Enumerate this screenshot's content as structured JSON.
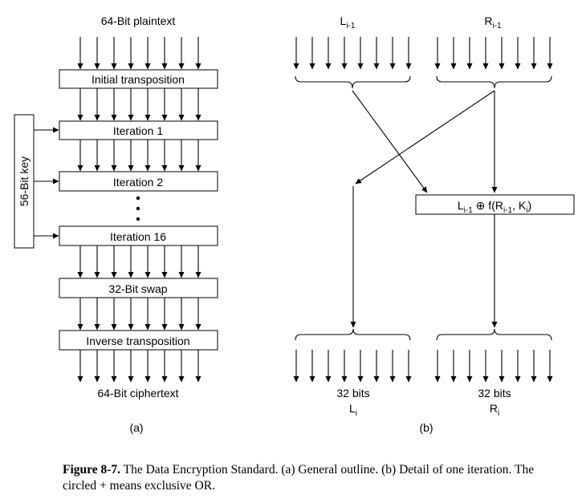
{
  "panel_a": {
    "input_label": "64-Bit plaintext",
    "key_label": "56-Bit key",
    "steps": [
      "Initial transposition",
      "Iteration 1",
      "Iteration 2",
      "Iteration 16",
      "32-Bit swap",
      "Inverse transposition"
    ],
    "ellipsis": "⋮",
    "output_label": "64-Bit ciphertext",
    "panel_label": "(a)"
  },
  "panel_b": {
    "left_input": {
      "base": "L",
      "sub": "i-1"
    },
    "right_input": {
      "base": "R",
      "sub": "i-1"
    },
    "function_box": {
      "part1": "L",
      "sub1": "i-1",
      "part2": " ⊕ f(R",
      "sub2": "i-1",
      "part3": ", K",
      "sub3": "i",
      "part4": ")"
    },
    "left_output": {
      "bits": "32 bits",
      "base": "L",
      "sub": "i"
    },
    "right_output": {
      "bits": "32 bits",
      "base": "R",
      "sub": "i"
    },
    "panel_label": "(b)"
  },
  "caption": {
    "figure": "Figure 8-7.",
    "text": " The Data Encryption Standard.  (a) General outline. (b) Detail of one iteration. The circled + means exclusive OR."
  }
}
